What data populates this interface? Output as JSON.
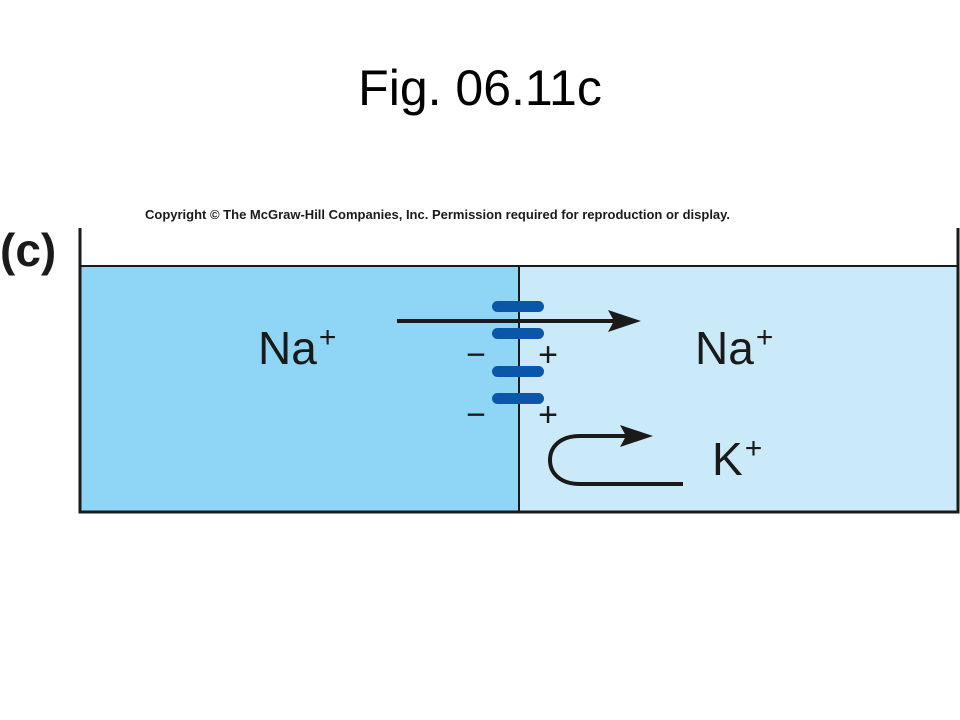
{
  "title": "Fig. 06.11c",
  "copyright": "Copyright © The McGraw-Hill Companies, Inc. Permission required for reproduction or display.",
  "panel_label": "(c)",
  "ions": {
    "left_na": {
      "base": "Na",
      "charge": "+"
    },
    "right_na": {
      "base": "Na",
      "charge": "+"
    },
    "right_k": {
      "base": "K",
      "charge": "+"
    }
  },
  "membrane_charges": {
    "left": [
      "−",
      "−"
    ],
    "right": [
      "+",
      "+"
    ]
  },
  "colors": {
    "left_compartment": "#8fd6f6",
    "right_compartment": "#cbeaf9",
    "channel": "#0a56a8",
    "outline": "#1a1a1a"
  }
}
